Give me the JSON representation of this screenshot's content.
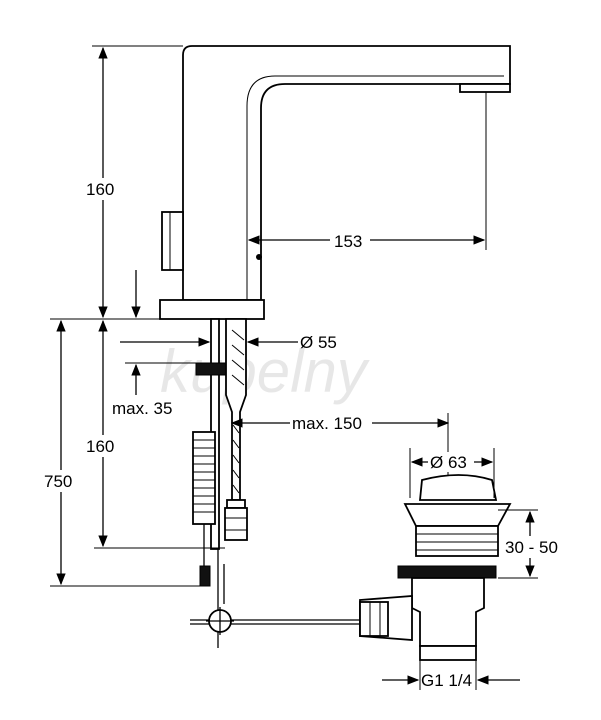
{
  "dimensions": {
    "spout_height": "160",
    "spout_reach": "153",
    "hole_diameter": "Ø 55",
    "max_deck_thickness": "max. 35",
    "hose_length": "160",
    "total_height": "750",
    "max_offset": "max. 150",
    "waste_diameter": "Ø 63",
    "plug_range": "30 - 50",
    "thread": "G1 1/4"
  },
  "watermark": {
    "text": "kupelny"
  }
}
